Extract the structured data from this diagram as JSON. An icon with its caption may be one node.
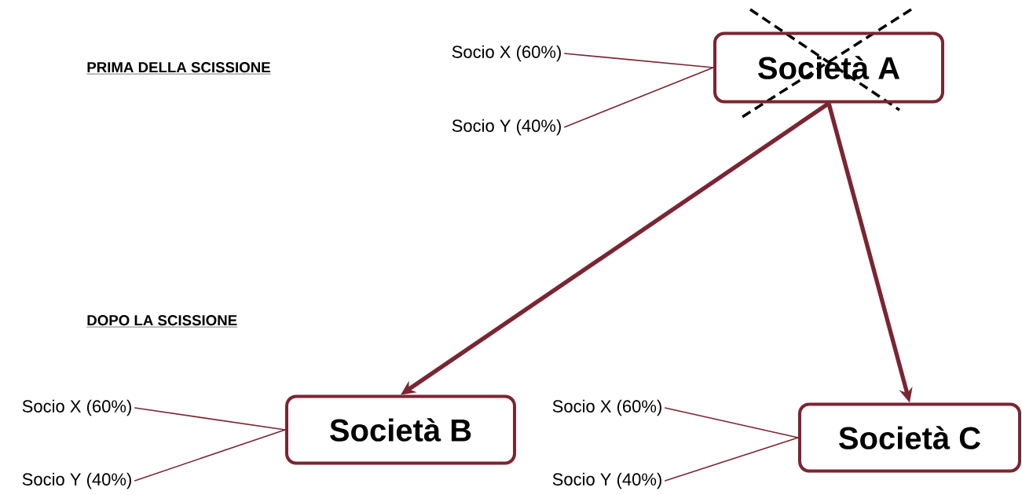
{
  "diagram": {
    "nodes": [
      {
        "text": [
          "Società A"
        ]
      },
      {
        "text": [
          "Socio X (60%)"
        ]
      },
      {
        "text": [
          "Socio Y (40%)"
        ]
      },
      {
        "text": [
          "Società B"
        ]
      },
      {
        "text": [
          "Socio X (60%)"
        ]
      },
      {
        "text": [
          "Socio Y (40%)"
        ]
      },
      {
        "text": [
          "Società C"
        ]
      },
      {
        "text": [
          "Socio X (60%)"
        ]
      },
      {
        "text": [
          "Socio Y (40%)"
        ]
      }
    ],
    "edges": [
      {
        "from": 1,
        "to": 0,
        "arrow": "none"
      },
      {
        "from": 2,
        "to": 0,
        "arrow": "none"
      },
      {
        "from": 0,
        "to": 3,
        "arrow": "to",
        "style": "thick"
      },
      {
        "from": 0,
        "to": 6,
        "arrow": "to",
        "style": "thick"
      },
      {
        "from": 4,
        "to": 3,
        "arrow": "none"
      },
      {
        "from": 5,
        "to": 3,
        "arrow": "none"
      },
      {
        "from": 7,
        "to": 6,
        "arrow": "none"
      },
      {
        "from": 8,
        "to": 6,
        "arrow": "none"
      }
    ],
    "labels": [
      "PRIMA DELLA SCISSIONE",
      "DOPO LA SCISSIONE"
    ]
  }
}
